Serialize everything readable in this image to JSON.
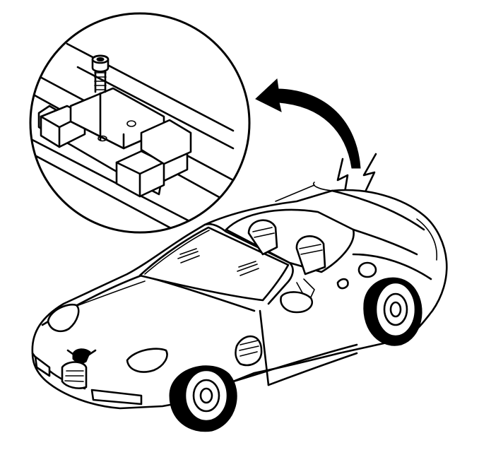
{
  "figure": {
    "subject": "convertible-car-with-antenna-location-detail",
    "colors": {
      "line": "#000000",
      "background": "#ffffff"
    },
    "icons": [
      "detail-circle",
      "antenna-screw-icon",
      "curved-arrow-icon",
      "signal-lightning-icon",
      "car-illustration"
    ]
  }
}
